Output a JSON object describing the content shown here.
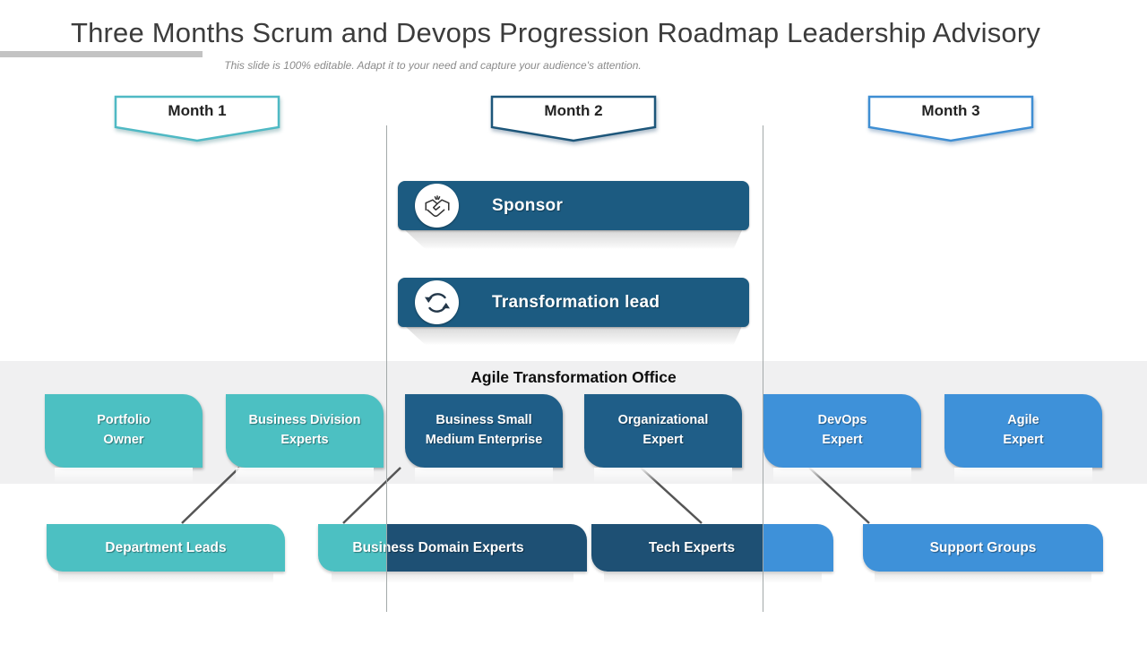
{
  "slide": {
    "title": "Three Months Scrum and Devops Progression Roadmap Leadership Advisory",
    "subtitle": "This slide is 100% editable. Adapt it to your need and capture your audience's attention."
  },
  "timeline": {
    "months": [
      {
        "label": "Month 1",
        "border_color": "#4fb9c4"
      },
      {
        "label": "Month 2",
        "border_color": "#1d567a"
      },
      {
        "label": "Month 3",
        "border_color": "#3e8ed3"
      }
    ]
  },
  "leadership_bars": [
    {
      "label": "Sponsor",
      "icon": "handshake-icon",
      "color": "#1c5b81"
    },
    {
      "label": "Transformation lead",
      "icon": "sync-icon",
      "color": "#1c5b81"
    }
  ],
  "office": {
    "heading": "Agile Transformation Office",
    "boxes": [
      {
        "label": "Portfolio\nOwner",
        "color_name": "teal"
      },
      {
        "label": "Business Division\nExperts",
        "color_name": "teal"
      },
      {
        "label": "Business Small\nMedium Enterprise",
        "color_name": "navy"
      },
      {
        "label": "Organizational\nExpert",
        "color_name": "navy"
      },
      {
        "label": "DevOps\nExpert",
        "color_name": "blue"
      },
      {
        "label": "Agile\nExpert",
        "color_name": "blue"
      }
    ]
  },
  "support_row": [
    {
      "label": "Department Leads",
      "color_name": "teal"
    },
    {
      "label": "Business Domain Experts",
      "color_name": "teal-navy"
    },
    {
      "label": "Tech Experts",
      "color_name": "navy-blue"
    },
    {
      "label": "Support Groups",
      "color_name": "blue"
    }
  ],
  "colors": {
    "teal": "#4cc0c2",
    "navy": "#1f5e88",
    "row2_navy": "#1e5074",
    "blue": "#3e91d9",
    "bar_blue": "#1c5b81",
    "band_gray": "#f0f0f1",
    "divider_gray": "#a3a9a9",
    "connector_gray": "#555555",
    "accent_bar_gray": "#c3c3c3"
  }
}
